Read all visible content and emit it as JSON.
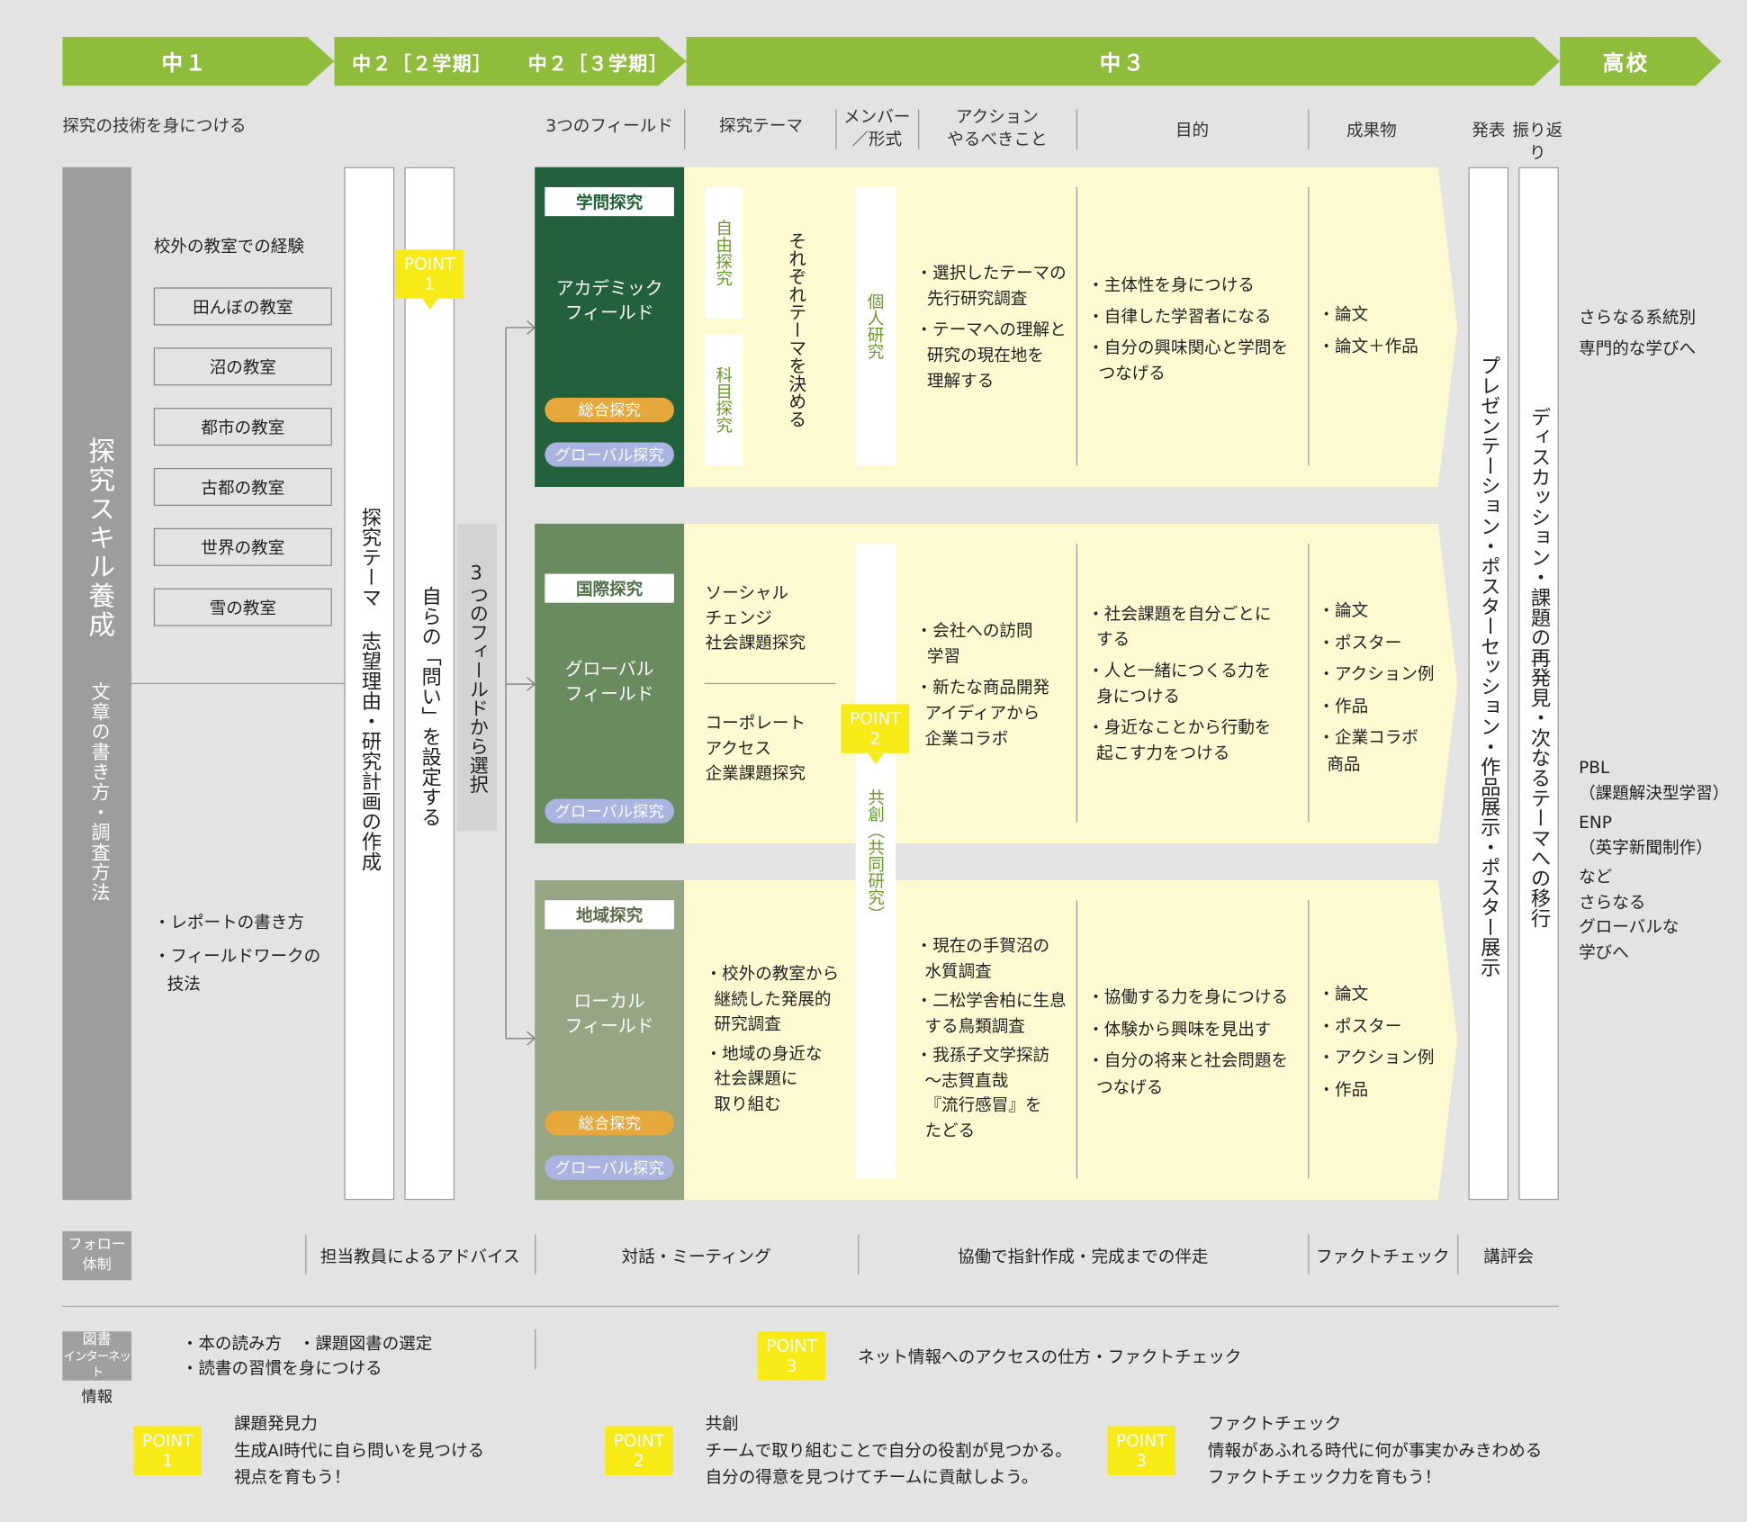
{
  "stages": [
    "中１",
    "中２［２学期］",
    "中２［３学期］",
    "中３",
    "高校"
  ],
  "headers": {
    "skills": "探究の技術を身につける",
    "fields": "3つのフィールド",
    "theme": "探究テーマ",
    "member_l1": "メンバー",
    "member_l2": "／形式",
    "action_l1": "アクション",
    "action_l2": "やるべきこと",
    "purpose": "目的",
    "output": "成果物",
    "present": "発表",
    "reflect": "振り返り"
  },
  "left": {
    "skill_main": "探究スキル養成",
    "skill_sub": "文章の書き方・調査方法",
    "outside_title": "校外の教室での経験",
    "classrooms": [
      "田んぼの教室",
      "沼の教室",
      "都市の教室",
      "古都の教室",
      "世界の教室",
      "雪の教室"
    ],
    "report_items": [
      "・レポートの書き方",
      "・フィールドワークの",
      "技法"
    ],
    "col_plan": "探究テーマ 志望理由・研究計画の作成",
    "col_question": "自らの「問い」を設定する",
    "col_select": "3つのフィールドから選択"
  },
  "points": {
    "p1_l1": "POINT",
    "p1_l2": "1",
    "p2_l1": "POINT",
    "p2_l2": "2",
    "p3_l1": "POINT",
    "p3_l2": "3"
  },
  "fields": {
    "academic": {
      "tag": "学問探究",
      "name_l1": "アカデミック",
      "name_l2": "フィールド",
      "pill1": "総合探究",
      "pill2": "グローバル探究",
      "theme_free": "自由探究",
      "theme_subject": "科目探究",
      "theme_decide": "それぞれテーマを決める",
      "member": "個人研究",
      "actions": [
        "・選択したテーマの",
        "先行研究調査",
        "・テーマへの理解と",
        "研究の現在地を",
        "理解する"
      ],
      "purposes": [
        "・主体性を身につける",
        "・自律した学習者になる",
        "・自分の興味関心と学問を",
        "つなげる"
      ],
      "outputs": [
        "・論文",
        "・論文＋作品"
      ]
    },
    "global": {
      "tag": "国際探究",
      "name_l1": "グローバル",
      "name_l2": "フィールド",
      "pill1": "グローバル探究",
      "theme_a": [
        "ソーシャル",
        "チェンジ",
        "社会課題探究"
      ],
      "theme_b": [
        "コーポレート",
        "アクセス",
        "企業課題探究"
      ],
      "member": "共創（共同研究）",
      "actions": [
        "・会社への訪問",
        "学習",
        "・新たな商品開発",
        "アイディアから",
        "企業コラボ"
      ],
      "purposes": [
        "・社会課題を自分ごとに",
        "する",
        "・人と一緒につくる力を",
        "身につける",
        "・身近なことから行動を",
        "起こす力をつける"
      ],
      "outputs": [
        "・論文",
        "・ポスター",
        "・アクション例",
        "・作品",
        "・企業コラボ",
        "商品"
      ]
    },
    "local": {
      "tag": "地域探究",
      "name_l1": "ローカル",
      "name_l2": "フィールド",
      "pill1": "総合探究",
      "pill2": "グローバル探究",
      "themes": [
        "・校外の教室から",
        "継続した発展的",
        "研究調査",
        "・地域の身近な",
        "社会課題に",
        "取り組む"
      ],
      "actions": [
        "・現在の手賀沼の",
        "水質調査",
        "・二松学舎柏に生息",
        "する鳥類調査",
        "・我孫子文学探訪",
        "～志賀直哉",
        "『流行感冒』を",
        "たどる"
      ],
      "purposes": [
        "・協働する力を身につける",
        "・体験から興味を見出す",
        "・自分の将来と社会問題を",
        "つなげる"
      ],
      "outputs": [
        "・論文",
        "・ポスター",
        "・アクション例",
        "・作品"
      ]
    }
  },
  "present_col": "プレゼンテーション・ポスターセッション・作品展示・ポスター展示",
  "reflect_col": "ディスカッション・課題の再発見・次なるテーマへの移行",
  "highschool": {
    "a": [
      "さらなる系統別",
      "専門的な学びへ"
    ],
    "b": [
      "PBL",
      "（課題解決型学習）",
      "ENP",
      "（英字新聞制作）",
      "など",
      "さらなる",
      "グローバルな",
      "学びへ"
    ]
  },
  "follow": {
    "tag_l1": "フォロー",
    "tag_l2": "体制",
    "items": [
      "担当教員によるアドバイス",
      "対話・ミーティング",
      "協働で指針作成・完成までの伴走",
      "ファクトチェック",
      "講評会"
    ]
  },
  "library": {
    "tag_l1": "図書",
    "tag_l2": "インターネット",
    "tag_l3": "情報",
    "l1": "・本の読み方　・課題図書の選定",
    "l2": "・読書の習慣を身につける",
    "net": "ネット情報へのアクセスの仕方・ファクトチェック"
  },
  "legend": [
    {
      "title": "課題発見力",
      "l1": "生成AI時代に自ら問いを見つける",
      "l2": "視点を育もう！"
    },
    {
      "title": "共創",
      "l1": "チームで取り組むことで自分の役割が見つかる。",
      "l2": "自分の得意を見つけてチームに貢献しよう。"
    },
    {
      "title": "ファクトチェック",
      "l1": "情報があふれる時代に何が事実かみきわめる",
      "l2": "ファクトチェック力を育もう！"
    }
  ]
}
